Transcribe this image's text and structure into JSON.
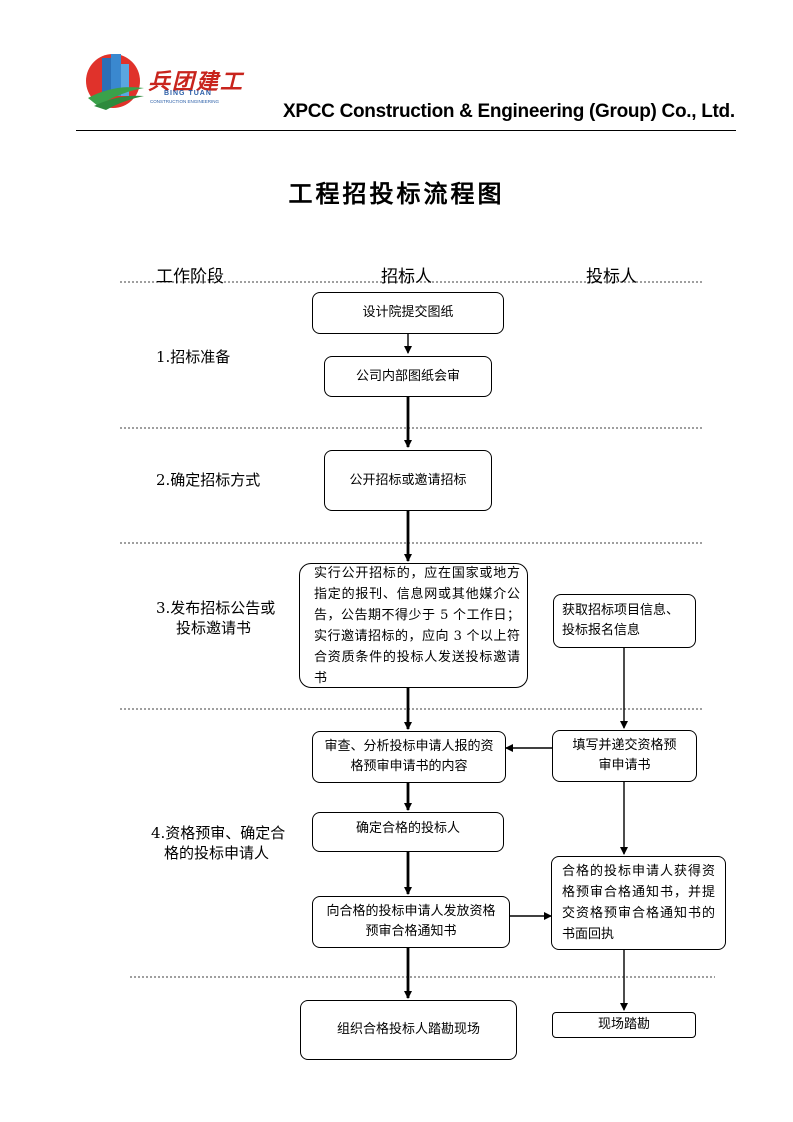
{
  "header": {
    "logo_cn": "兵团建工",
    "logo_en": "BING TUAN",
    "logo_tag": "CONSTRUCTION ENGINEERING",
    "company": "XPCC Construction & Engineering (Group) Co., Ltd."
  },
  "title": "工程招投标流程图",
  "columns": {
    "stage": "工作阶段",
    "tenderer": "招标人",
    "bidder": "投标人"
  },
  "stages": {
    "s1": "1.招标准备",
    "s2": "2.确定招标方式",
    "s3_line1": "3.发布招标公告或",
    "s3_line2": "投标邀请书",
    "s4_line1": "4.资格预审、确定合",
    "s4_line2": "格的投标申请人"
  },
  "boxes": {
    "design_submit": "设计院提交图纸",
    "drawing_review": "公司内部图纸会审",
    "bid_method": "公开招标或邀请招标",
    "announce": "实行公开招标的，应在国家或地方指定的报刊、信息网或其他媒介公告，公告期不得少于 5 个工作日；实行邀请招标的，应向 3 个以上符合资质条件的投标人发送投标邀请书",
    "obtain_info": "获取招标项目信息、投标报名信息",
    "review_apps": "审查、分析投标申请人报的资格预审申请书的内容",
    "fill_submit": "填写并递交资格预审申请书",
    "confirm_qualified": "确定合格的投标人",
    "issue_notice": "向合格的投标申请人发放资格预审合格通知书",
    "receive_notice": "合格的投标申请人获得资格预审合格通知书，并提交资格预审合格通知书的书面回执",
    "organize_visit": "组织合格投标人踏勘现场",
    "site_visit": "现场踏勘"
  },
  "colors": {
    "logo_red": "#e0322b",
    "logo_blue": "#3a7cc4",
    "logo_green": "#3aa14a",
    "line": "#000000"
  }
}
